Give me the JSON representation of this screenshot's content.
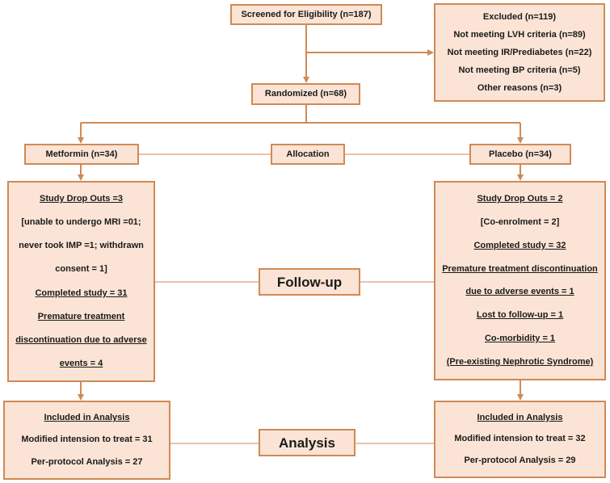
{
  "screening": {
    "label": "Screened for Eligibility (n=187)"
  },
  "excluded": {
    "title": "Excluded (n=119)",
    "reasons": [
      "Not meeting LVH criteria (n=89)",
      "Not meeting IR/Prediabetes (n=22)",
      "Not meeting BP criteria (n=5)",
      "Other reasons (n=3)"
    ]
  },
  "randomized": {
    "label": "Randomized (n=68)"
  },
  "allocation": {
    "label": "Allocation",
    "metformin": "Metformin (n=34)",
    "placebo": "Placebo (n=34)"
  },
  "followup": {
    "label": "Follow-up",
    "metformin_lines": [
      "Study Drop Outs =3",
      "[unable to undergo MRI =01;",
      "never took IMP =1; withdrawn",
      "consent = 1]",
      "Completed study = 31",
      "Premature treatment",
      "discontinuation due to adverse",
      "events = 4"
    ],
    "placebo_lines": [
      "Study Drop Outs = 2",
      "[Co-enrolment = 2]",
      "Completed study = 32",
      "Premature treatment discontinuation",
      "due to adverse events = 1",
      "Lost to follow-up = 1",
      "Co-morbidity = 1",
      "(Pre-existing Nephrotic Syndrome)"
    ]
  },
  "analysis": {
    "label": "Analysis",
    "metformin_lines": [
      "Included in Analysis",
      "Modified intension to treat = 31",
      "Per-protocol Analysis = 27"
    ],
    "placebo_lines": [
      "Included in Analysis",
      "Modified intension to treat = 32",
      "Per-protocol Analysis = 29"
    ]
  },
  "colors": {
    "fill": "#fbe4d5",
    "border": "#cf8a55"
  }
}
